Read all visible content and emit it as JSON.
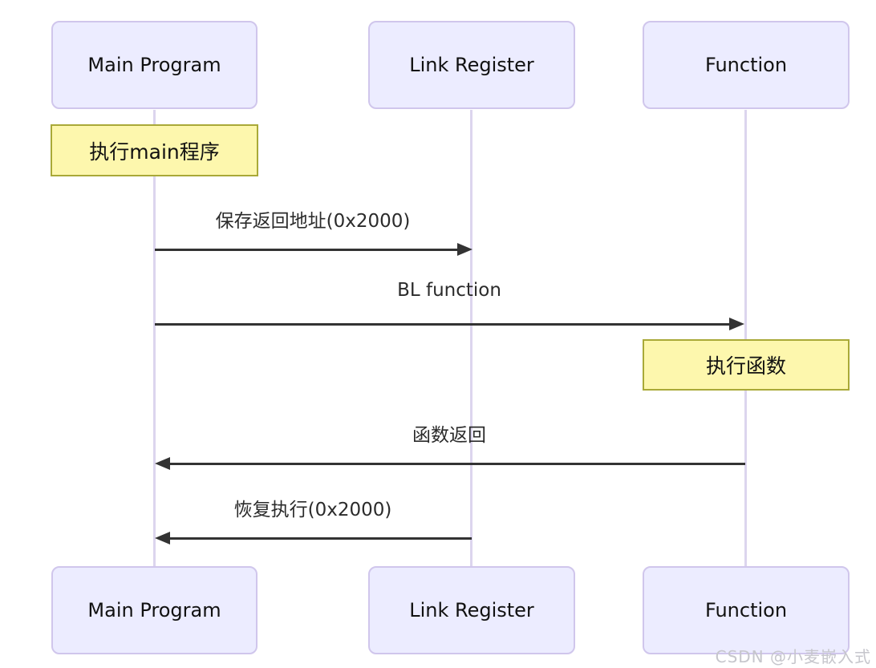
{
  "diagram_type": "sequence-diagram",
  "actors": [
    {
      "id": "main-program",
      "label": "Main Program"
    },
    {
      "id": "link-register",
      "label": "Link Register"
    },
    {
      "id": "function",
      "label": "Function"
    }
  ],
  "notes": [
    {
      "text": "执行main程序",
      "over": "Main Program"
    },
    {
      "text": "执行函数",
      "over": "Function"
    }
  ],
  "messages": [
    {
      "label": "保存返回地址(0x2000)",
      "from": "Main Program",
      "to": "Link Register",
      "direction": "right"
    },
    {
      "label": "BL function",
      "from": "Main Program",
      "to": "Function",
      "direction": "right"
    },
    {
      "label": "函数返回",
      "from": "Function",
      "to": "Main Program",
      "direction": "left"
    },
    {
      "label": "恢复执行(0x2000)",
      "from": "Link Register",
      "to": "Main Program",
      "direction": "left"
    }
  ],
  "watermark": {
    "text": "CSDN @小麦嵌入式"
  },
  "colors": {
    "actor_fill": "#ECECFF",
    "actor_border": "#D0C6EC",
    "note_fill": "#FDF7AD",
    "note_border": "#A9A938",
    "lifeline": "#DCD5EE",
    "arrow": "#333333",
    "watermark": "#C6C6CC"
  }
}
